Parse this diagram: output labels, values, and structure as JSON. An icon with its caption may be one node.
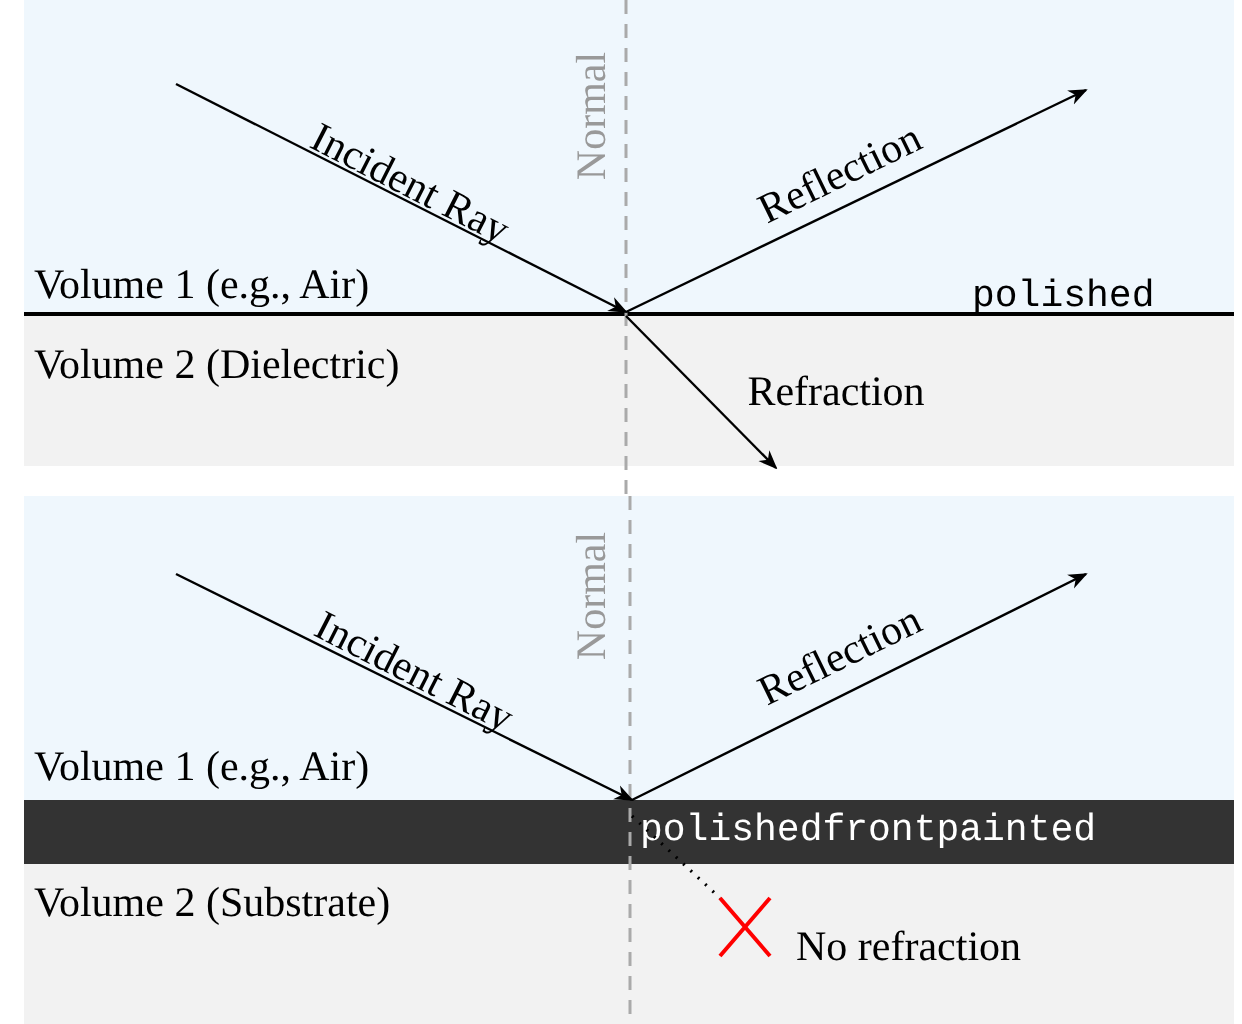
{
  "diagram": {
    "nodes": [
      {
        "text": [
          "Volume 1 (e.g., Air)"
        ]
      },
      {
        "text": [
          "Volume 2 (Dielectric)"
        ]
      },
      {
        "text": [],
        "shape": "bar",
        "beside": [
          "polished"
        ]
      },
      {
        "text": [
          "Volume 1 (e.g., Air)"
        ]
      },
      {
        "text": [
          "polishedfrontpainted"
        ]
      },
      {
        "text": [
          "Volume 2 (Substrate)"
        ]
      },
      {
        "text": [],
        "shape": "cross",
        "in": 5
      },
      {
        "text": [
          "No refraction"
        ],
        "in": 5
      }
    ],
    "edges": [
      {
        "from": 0,
        "to": 2,
        "arrow": "to",
        "label": "Incident Ray"
      },
      {
        "from": 2,
        "to": 0,
        "arrow": "to",
        "label": "Reflection"
      },
      {
        "from": 2,
        "to": 1,
        "arrow": "to",
        "label": "Refraction"
      },
      {
        "from": 3,
        "to": 4,
        "arrow": "to",
        "label": "Incident Ray"
      },
      {
        "from": 4,
        "to": 3,
        "arrow": "to",
        "label": "Reflection"
      },
      {
        "from": 4,
        "to": 6,
        "arrow": "none",
        "style": "dashed"
      }
    ],
    "labels": [
      "Normal",
      "Normal"
    ]
  }
}
